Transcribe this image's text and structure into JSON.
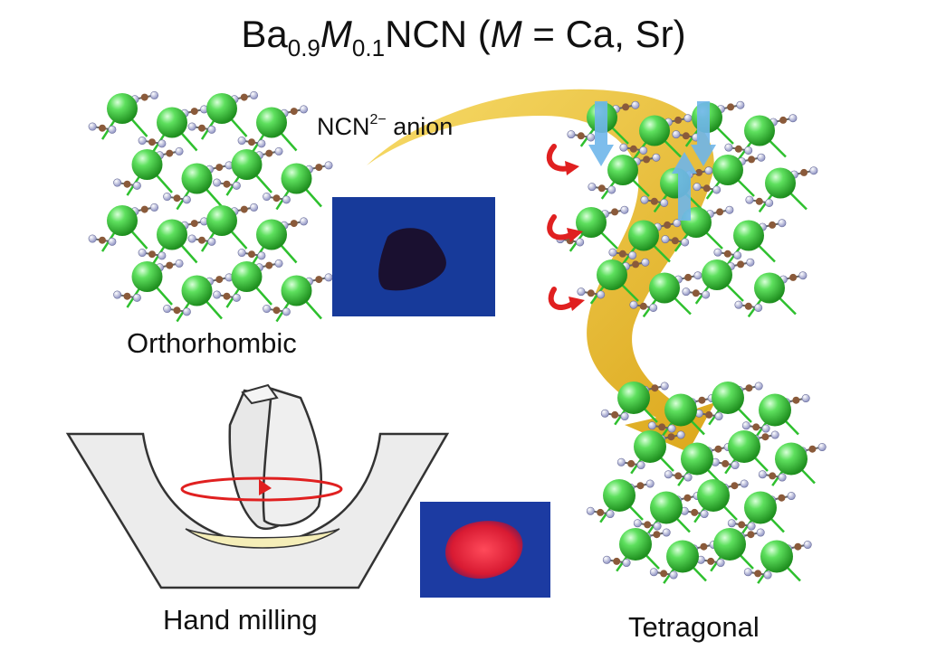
{
  "title": {
    "formula_prefix": "Ba",
    "sub1": "0.9",
    "metal": "M",
    "sub2": "0.1",
    "formula_suffix": "NCN (",
    "metal_again": "M",
    "elements": " = Ca, Sr)"
  },
  "labels": {
    "anion": "NCN",
    "anion_charge": "2−",
    "anion_word": " anion",
    "orthorhombic": "Orthorhombic",
    "tetragonal": "Tetragonal",
    "hand_milling": "Hand milling"
  },
  "colors": {
    "ba_atom": "#3fcf3f",
    "carbon_atom": "#8a5a3a",
    "nitrogen_atom": "#b8bce0",
    "bond": "#2ec02e",
    "arrow": "#e8b20e",
    "sample_bg": "#1c43a8",
    "sample_dark": "#1a1030",
    "sample_red": "#e0203a",
    "rotation_arrow": "#e02020",
    "shift_arrow": "#6fb6ea",
    "mortar": "#eeeeee",
    "powder": "#f5eeb8"
  },
  "icons": {
    "rotation": "curved-rotation-arrow",
    "shift": "down-arrow",
    "transition": "curved-arrow"
  }
}
